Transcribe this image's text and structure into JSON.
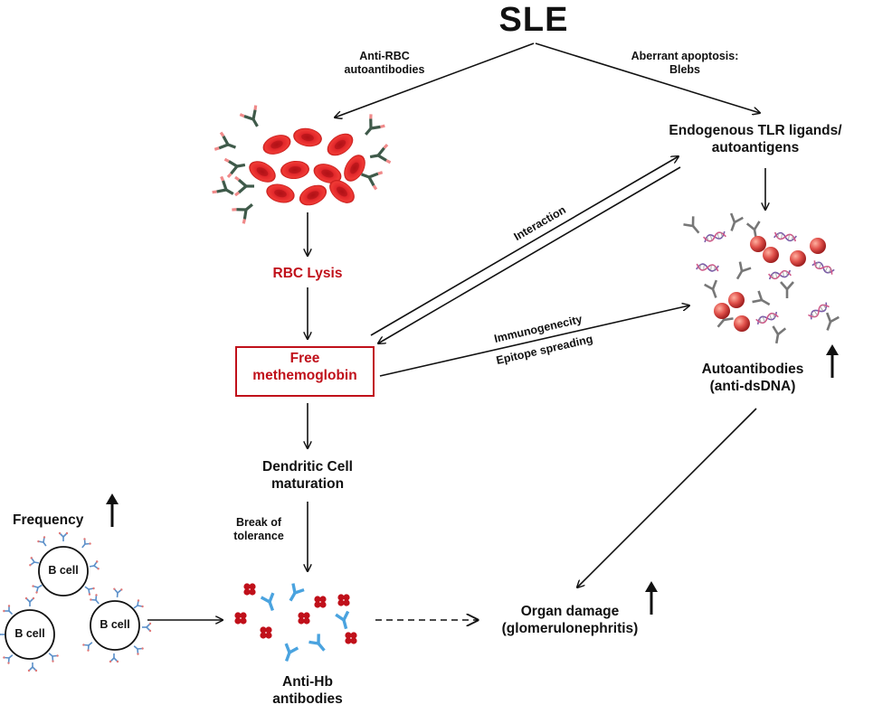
{
  "title": "SLE",
  "edges": {
    "anti_rbc": "Anti-RBC\nautoantibodies",
    "apoptosis": "Aberrant apoptosis:\nBlebs",
    "interaction": "Interaction",
    "immunogenecity": "Immunogenecity",
    "epitope": "Epitope spreading",
    "break_tolerance": "Break of\ntolerance"
  },
  "nodes": {
    "tlr": "Endogenous TLR ligands/\nautoantigens",
    "rbc_lysis": "RBC Lysis",
    "free_methemoglobin": "Free\nmethemoglobin",
    "autoantibodies": "Autoantibodies\n(anti-dsDNA)",
    "dendritic": "Dendritic Cell\nmaturation",
    "frequency": "Frequency",
    "b_cell": "B cell",
    "anti_hb": "Anti-Hb\nantibodies",
    "organ": "Organ damage\n(glomerulonephritis)"
  },
  "colors": {
    "accent_red": "#c0101a",
    "rbc": "#e0262a",
    "antibody_green": "#3f5a4a",
    "antibody_blue": "#4aa3df",
    "sphere": "#e0504a"
  },
  "icons": [
    "arrow-up-icon",
    "red-blood-cell-icon",
    "antibody-icon",
    "dna-strand-icon",
    "b-cell-icon",
    "hemoglobin-cluster-icon"
  ]
}
